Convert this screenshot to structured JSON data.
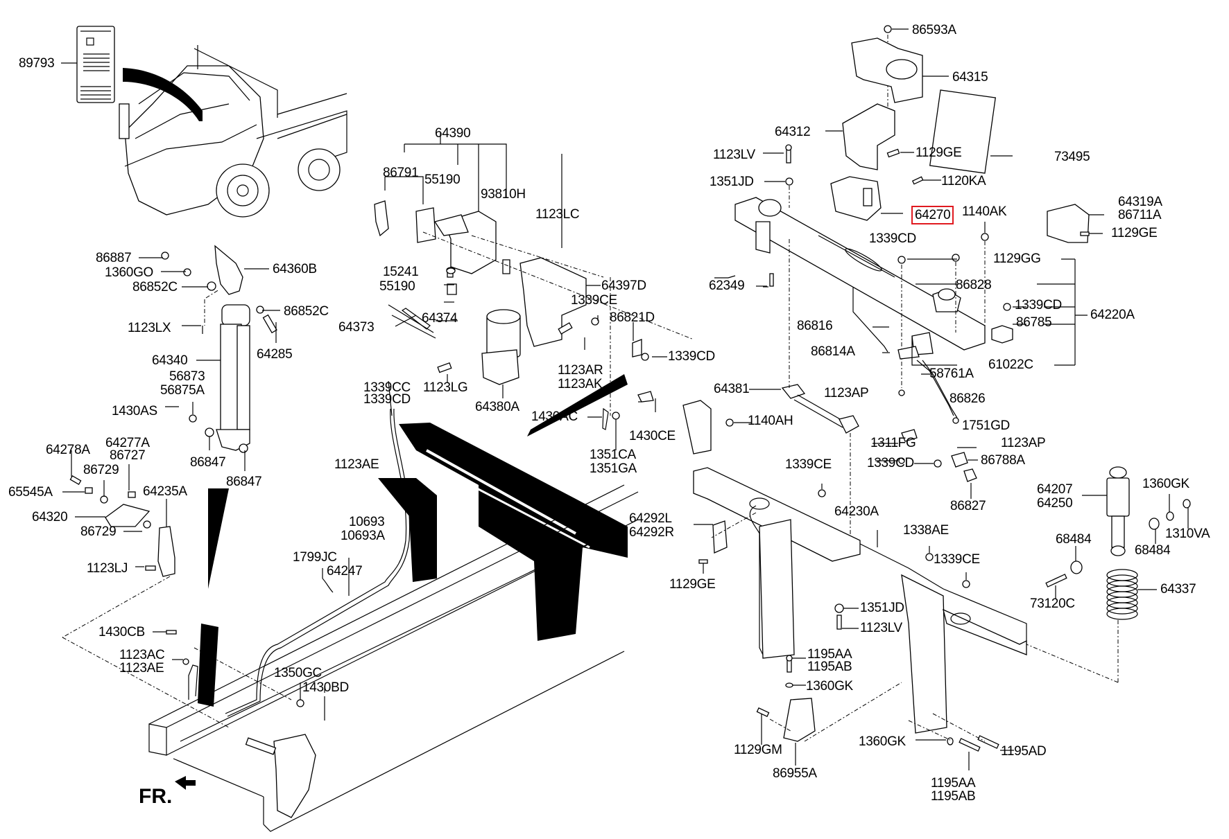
{
  "diagram": {
    "title": "Cab tilt system parts diagram",
    "highlight_color": "#e0191f",
    "direction_label": "FR.",
    "labels": {
      "l89793": "89793",
      "l86887": "86887",
      "l1360GO": "1360GO",
      "l86852C_a": "86852C",
      "l64360B": "64360B",
      "l86852C_b": "86852C",
      "l1123LX": "1123LX",
      "l64285": "64285",
      "l64340": "64340",
      "l56873": "56873",
      "l56875A": "56875A",
      "l1430AS": "1430AS",
      "l86847_a": "86847",
      "l86847_b": "86847",
      "l64278A": "64278A",
      "l64277A": "64277A",
      "l86727": "86727",
      "l86729_a": "86729",
      "l65545A": "65545A",
      "l64235A": "64235A",
      "l64320": "64320",
      "l86729_b": "86729",
      "l1123LJ": "1123LJ",
      "l1430CB": "1430CB",
      "l1123AC": "1123AC",
      "l1123AE_b": "1123AE",
      "l64390": "64390",
      "l86791": "86791",
      "l55190_a": "55190",
      "l93810H": "93810H",
      "l1123LC": "1123LC",
      "l15241": "15241",
      "l55190_b": "55190",
      "l64397D": "64397D",
      "l64373": "64373",
      "l64374": "64374",
      "l1339CE_a": "1339CE",
      "l86821D": "86821D",
      "l1123AR": "1123AR",
      "l1123AK": "1123AK",
      "l1339CD_a": "1339CD",
      "l1123LG": "1123LG",
      "l64380A": "64380A",
      "l1339CC": "1339CC",
      "l1339CD_b": "1339CD",
      "l1123AE_a": "1123AE",
      "l1430AC": "1430AC",
      "l1430CE": "1430CE",
      "l1351CA": "1351CA",
      "l1351GA": "1351GA",
      "l10693": "10693",
      "l10693A": "10693A",
      "l1799JC": "1799JC",
      "l64247": "64247",
      "l1350GC": "1350GC",
      "l1430BD": "1430BD",
      "l86593A": "86593A",
      "l64315": "64315",
      "l64312": "64312",
      "l73495": "73495",
      "l1123LV_a": "1123LV",
      "l1129GE_a": "1129GE",
      "l1351JD_a": "1351JD",
      "l1120KA": "1120KA",
      "l64270": "64270",
      "l1140AK": "1140AK",
      "l64319A": "64319A",
      "l86711A": "86711A",
      "l1129GE_b": "1129GE",
      "l1339CD_c": "1339CD",
      "l1129GG": "1129GG",
      "l62349": "62349",
      "l86828": "86828",
      "l1339CD_d": "1339CD",
      "l64220A": "64220A",
      "l86785": "86785",
      "l86816": "86816",
      "l86814A": "86814A",
      "l61022C": "61022C",
      "l58761A": "58761A",
      "l64381": "64381",
      "l1123AP_a": "1123AP",
      "l86826": "86826",
      "l1140AH": "1140AH",
      "l1751GD": "1751GD",
      "l1311FG": "1311FG",
      "l1123AP_b": "1123AP",
      "l1339CE_b": "1339CE",
      "l1339CD_e": "1339CD",
      "l86788A": "86788A",
      "l86827": "86827",
      "l64207": "64207",
      "l64250": "64250",
      "l1360GK_a": "1360GK",
      "l64292L": "64292L",
      "l64292R": "64292R",
      "l64230A": "64230A",
      "l1338AE": "1338AE",
      "l68484_a": "68484",
      "l1310VA": "1310VA",
      "l68484_b": "68484",
      "l1129GE_c": "1129GE",
      "l1339CE_c": "1339CE",
      "l73120C": "73120C",
      "l64337": "64337",
      "l1351JD_b": "1351JD",
      "l1123LV_b": "1123LV",
      "l1195AA_a": "1195AA",
      "l1195AB_a": "1195AB",
      "l1360GK_b": "1360GK",
      "l1129GM": "1129GM",
      "l86955A": "86955A",
      "l1360GK_c": "1360GK",
      "l1195AD": "1195AD",
      "l1195AA_b": "1195AA",
      "l1195AB_b": "1195AB"
    }
  }
}
